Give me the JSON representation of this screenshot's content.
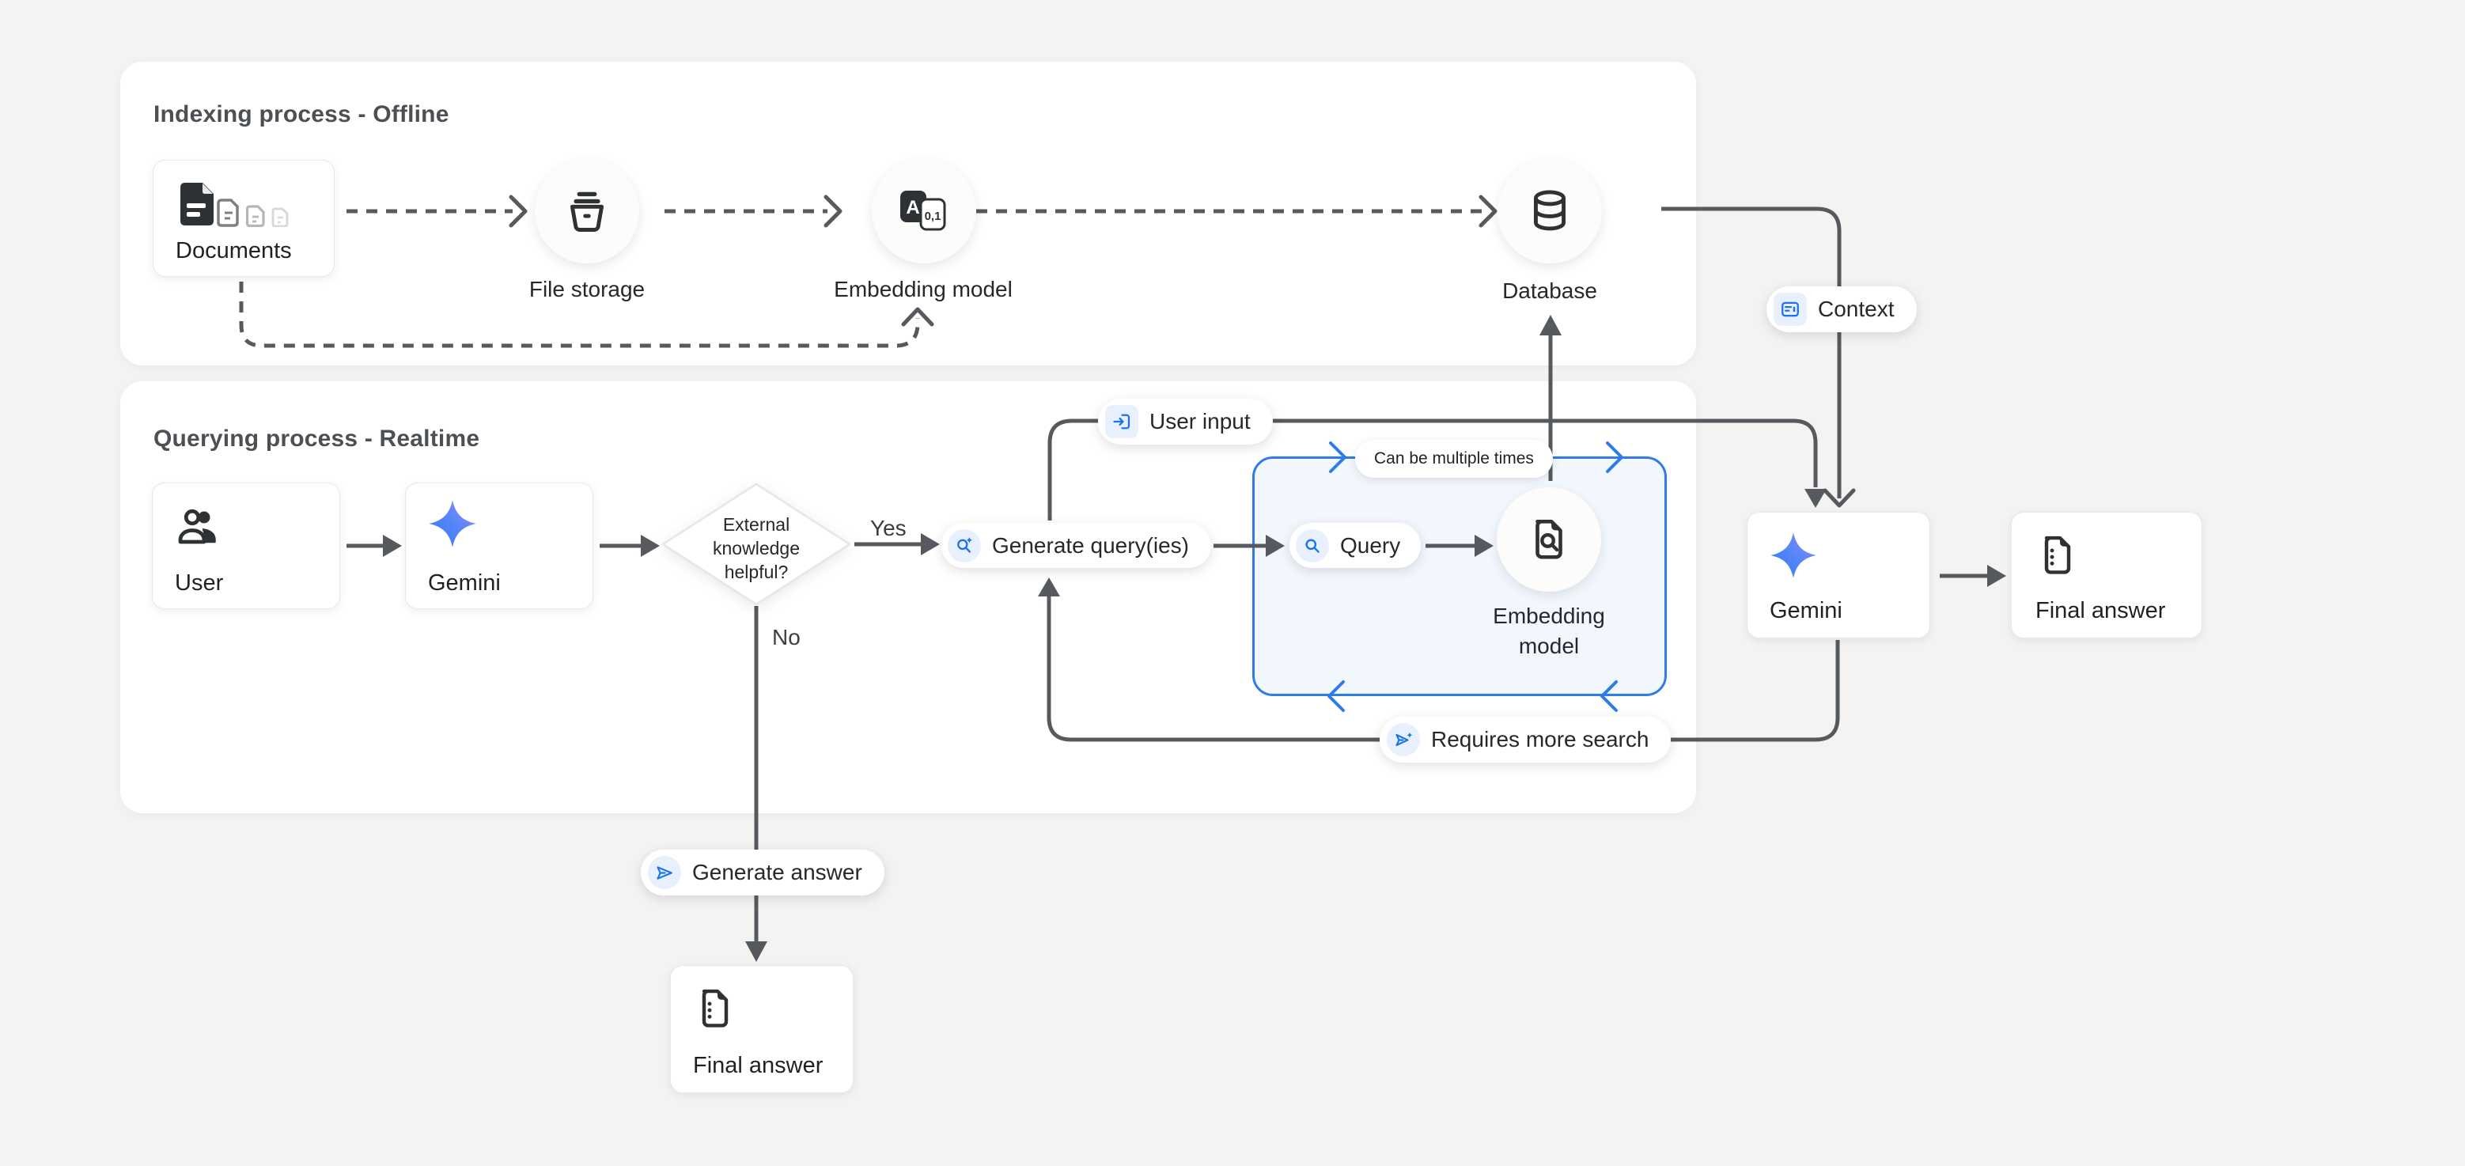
{
  "panels": {
    "indexing": {
      "title": "Indexing process - Offline"
    },
    "querying": {
      "title": "Querying process - Realtime"
    }
  },
  "nodes": {
    "documents": {
      "label": "Documents"
    },
    "file_storage": {
      "label": "File storage"
    },
    "embedding_offline": {
      "label": "Embedding model",
      "icon_letter": "A",
      "icon_digits": "0,1"
    },
    "database": {
      "label": "Database"
    },
    "user": {
      "label": "User"
    },
    "gemini_query": {
      "label": "Gemini"
    },
    "decision": {
      "line1": "External",
      "line2": "knowledge",
      "line3": "helpful?"
    },
    "generate_queries": {
      "label": "Generate query(ies)"
    },
    "query": {
      "label": "Query"
    },
    "embedding_realtime": {
      "line1": "Embedding",
      "line2": "model"
    },
    "gemini_answer": {
      "label": "Gemini"
    },
    "final_answer_right": {
      "label": "Final answer"
    },
    "final_answer_bottom": {
      "label": "Final answer"
    }
  },
  "badges": {
    "context": {
      "label": "Context"
    },
    "user_input": {
      "label": "User input"
    },
    "can_multiple_times": {
      "label": "Can be multiple times"
    },
    "requires_more_search": {
      "label": "Requires more search"
    },
    "generate_answer": {
      "label": "Generate answer"
    }
  },
  "edge_labels": {
    "yes": "Yes",
    "no": "No"
  },
  "colors": {
    "background": "#f4f3f1",
    "panel": "#ffffff",
    "line_gray": "#56595d",
    "icon_dark": "#2f3235",
    "accent_blue": "#1a73e8",
    "loop_border_blue": "#2e7ce8",
    "loop_fill": "#f2f7fd",
    "chip_blue_bg": "#e8f0fe",
    "gemini_gradient_start": "#3478f6",
    "gemini_gradient_end": "#9d7bf6"
  }
}
